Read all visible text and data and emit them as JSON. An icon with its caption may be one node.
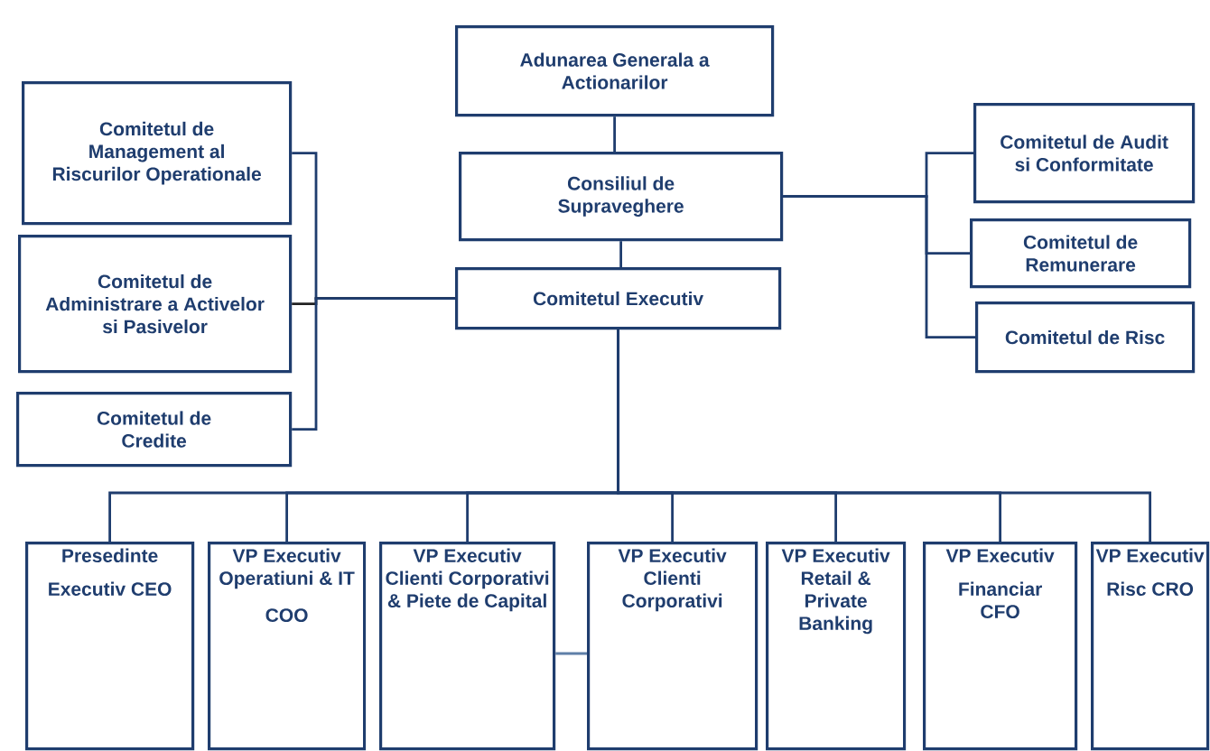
{
  "diagram": {
    "nodes": [
      {
        "text": [
          "Adunarea Generala a Actionarilor"
        ]
      },
      {
        "text": [
          "Consiliul de Supraveghere"
        ]
      },
      {
        "text": [
          "Comitetul Executiv"
        ]
      },
      {
        "text": [
          "Comitetul de Management al Riscurilor Operationale"
        ]
      },
      {
        "text": [
          "Comitetul de Administrare a Activelor si Pasivelor"
        ]
      },
      {
        "text": [
          "Comitetul de Credite"
        ]
      },
      {
        "text": [
          "Comitetul de Audit si Conformitate"
        ]
      },
      {
        "text": [
          "Comitetul de Remunerare"
        ]
      },
      {
        "text": [
          "Comitetul de Risc"
        ]
      },
      {
        "text": [
          "Presedinte",
          "Executiv CEO"
        ]
      },
      {
        "text": [
          "VP Executiv Operatiuni & IT",
          "COO"
        ]
      },
      {
        "text": [
          "VP Executiv Clienti Corporativi & Piete de Capital"
        ]
      },
      {
        "text": [
          "VP Executiv Clienti Corporativi"
        ]
      },
      {
        "text": [
          "VP Executiv Retail & Private Banking"
        ]
      },
      {
        "text": [
          "VP Executiv",
          "Financiar CFO"
        ]
      },
      {
        "text": [
          "VP Executiv",
          "Risc CRO"
        ]
      }
    ],
    "edges": [
      {
        "from": 0,
        "to": 1,
        "arrow": "none"
      },
      {
        "from": 1,
        "to": 2,
        "arrow": "none"
      },
      {
        "from": 2,
        "to": 3,
        "arrow": "none"
      },
      {
        "from": 2,
        "to": 4,
        "arrow": "none",
        "color": "#222222"
      },
      {
        "from": 2,
        "to": 5,
        "arrow": "none"
      },
      {
        "from": 1,
        "to": 6,
        "arrow": "none"
      },
      {
        "from": 1,
        "to": 7,
        "arrow": "none"
      },
      {
        "from": 1,
        "to": 8,
        "arrow": "none"
      },
      {
        "from": 2,
        "to": 9,
        "arrow": "none"
      },
      {
        "from": 2,
        "to": 10,
        "arrow": "none"
      },
      {
        "from": 2,
        "to": 11,
        "arrow": "none"
      },
      {
        "from": 2,
        "to": 12,
        "arrow": "none"
      },
      {
        "from": 2,
        "to": 13,
        "arrow": "none"
      },
      {
        "from": 2,
        "to": 14,
        "arrow": "none"
      },
      {
        "from": 2,
        "to": 15,
        "arrow": "none"
      },
      {
        "from": 11,
        "to": 12,
        "arrow": "none",
        "color": "#5f7fa8"
      }
    ]
  }
}
